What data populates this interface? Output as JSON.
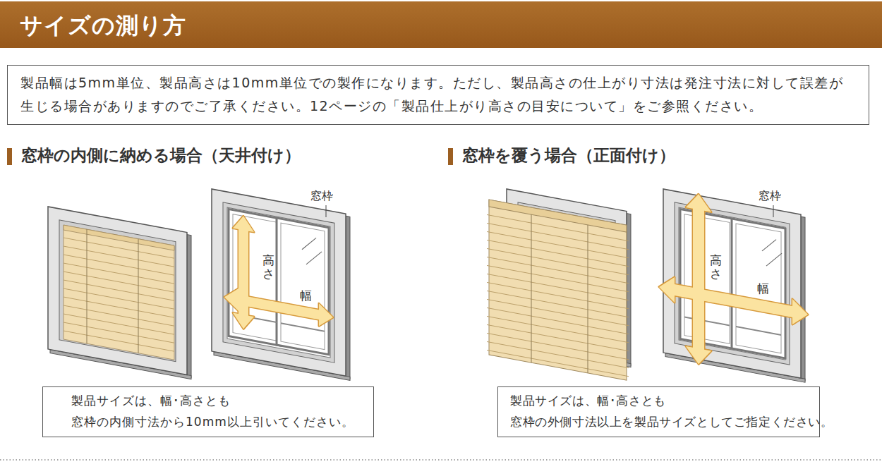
{
  "diagram": {
    "title": "サイズの測り方",
    "nodes": [
      {
        "text": [
          "製品幅は5mm単位、製品高さは10mm単位での製作になります。ただし、製品高さの仕上がり寸法は発注寸法に対して誤差が 生じる場合がありますのでご了承ください。12ページの「製品仕上がり高さの目安について」をご参照ください。"
        ]
      },
      {
        "text": [
          "製品サイズは、幅･高さとも 窓枠の内側寸法から10mm以上引いてください。"
        ]
      },
      {
        "text": [
          "製品サイズは、幅･高さとも 窓枠の外側寸法以上を製品サイズとしてご指定ください。"
        ]
      }
    ],
    "labels": [
      "窓枠の内側に納める場合（天井付け）",
      "窓枠を覆う場合（正面付け）",
      "窓枠",
      "高さ",
      "幅",
      "窓枠",
      "高さ",
      "幅"
    ]
  }
}
